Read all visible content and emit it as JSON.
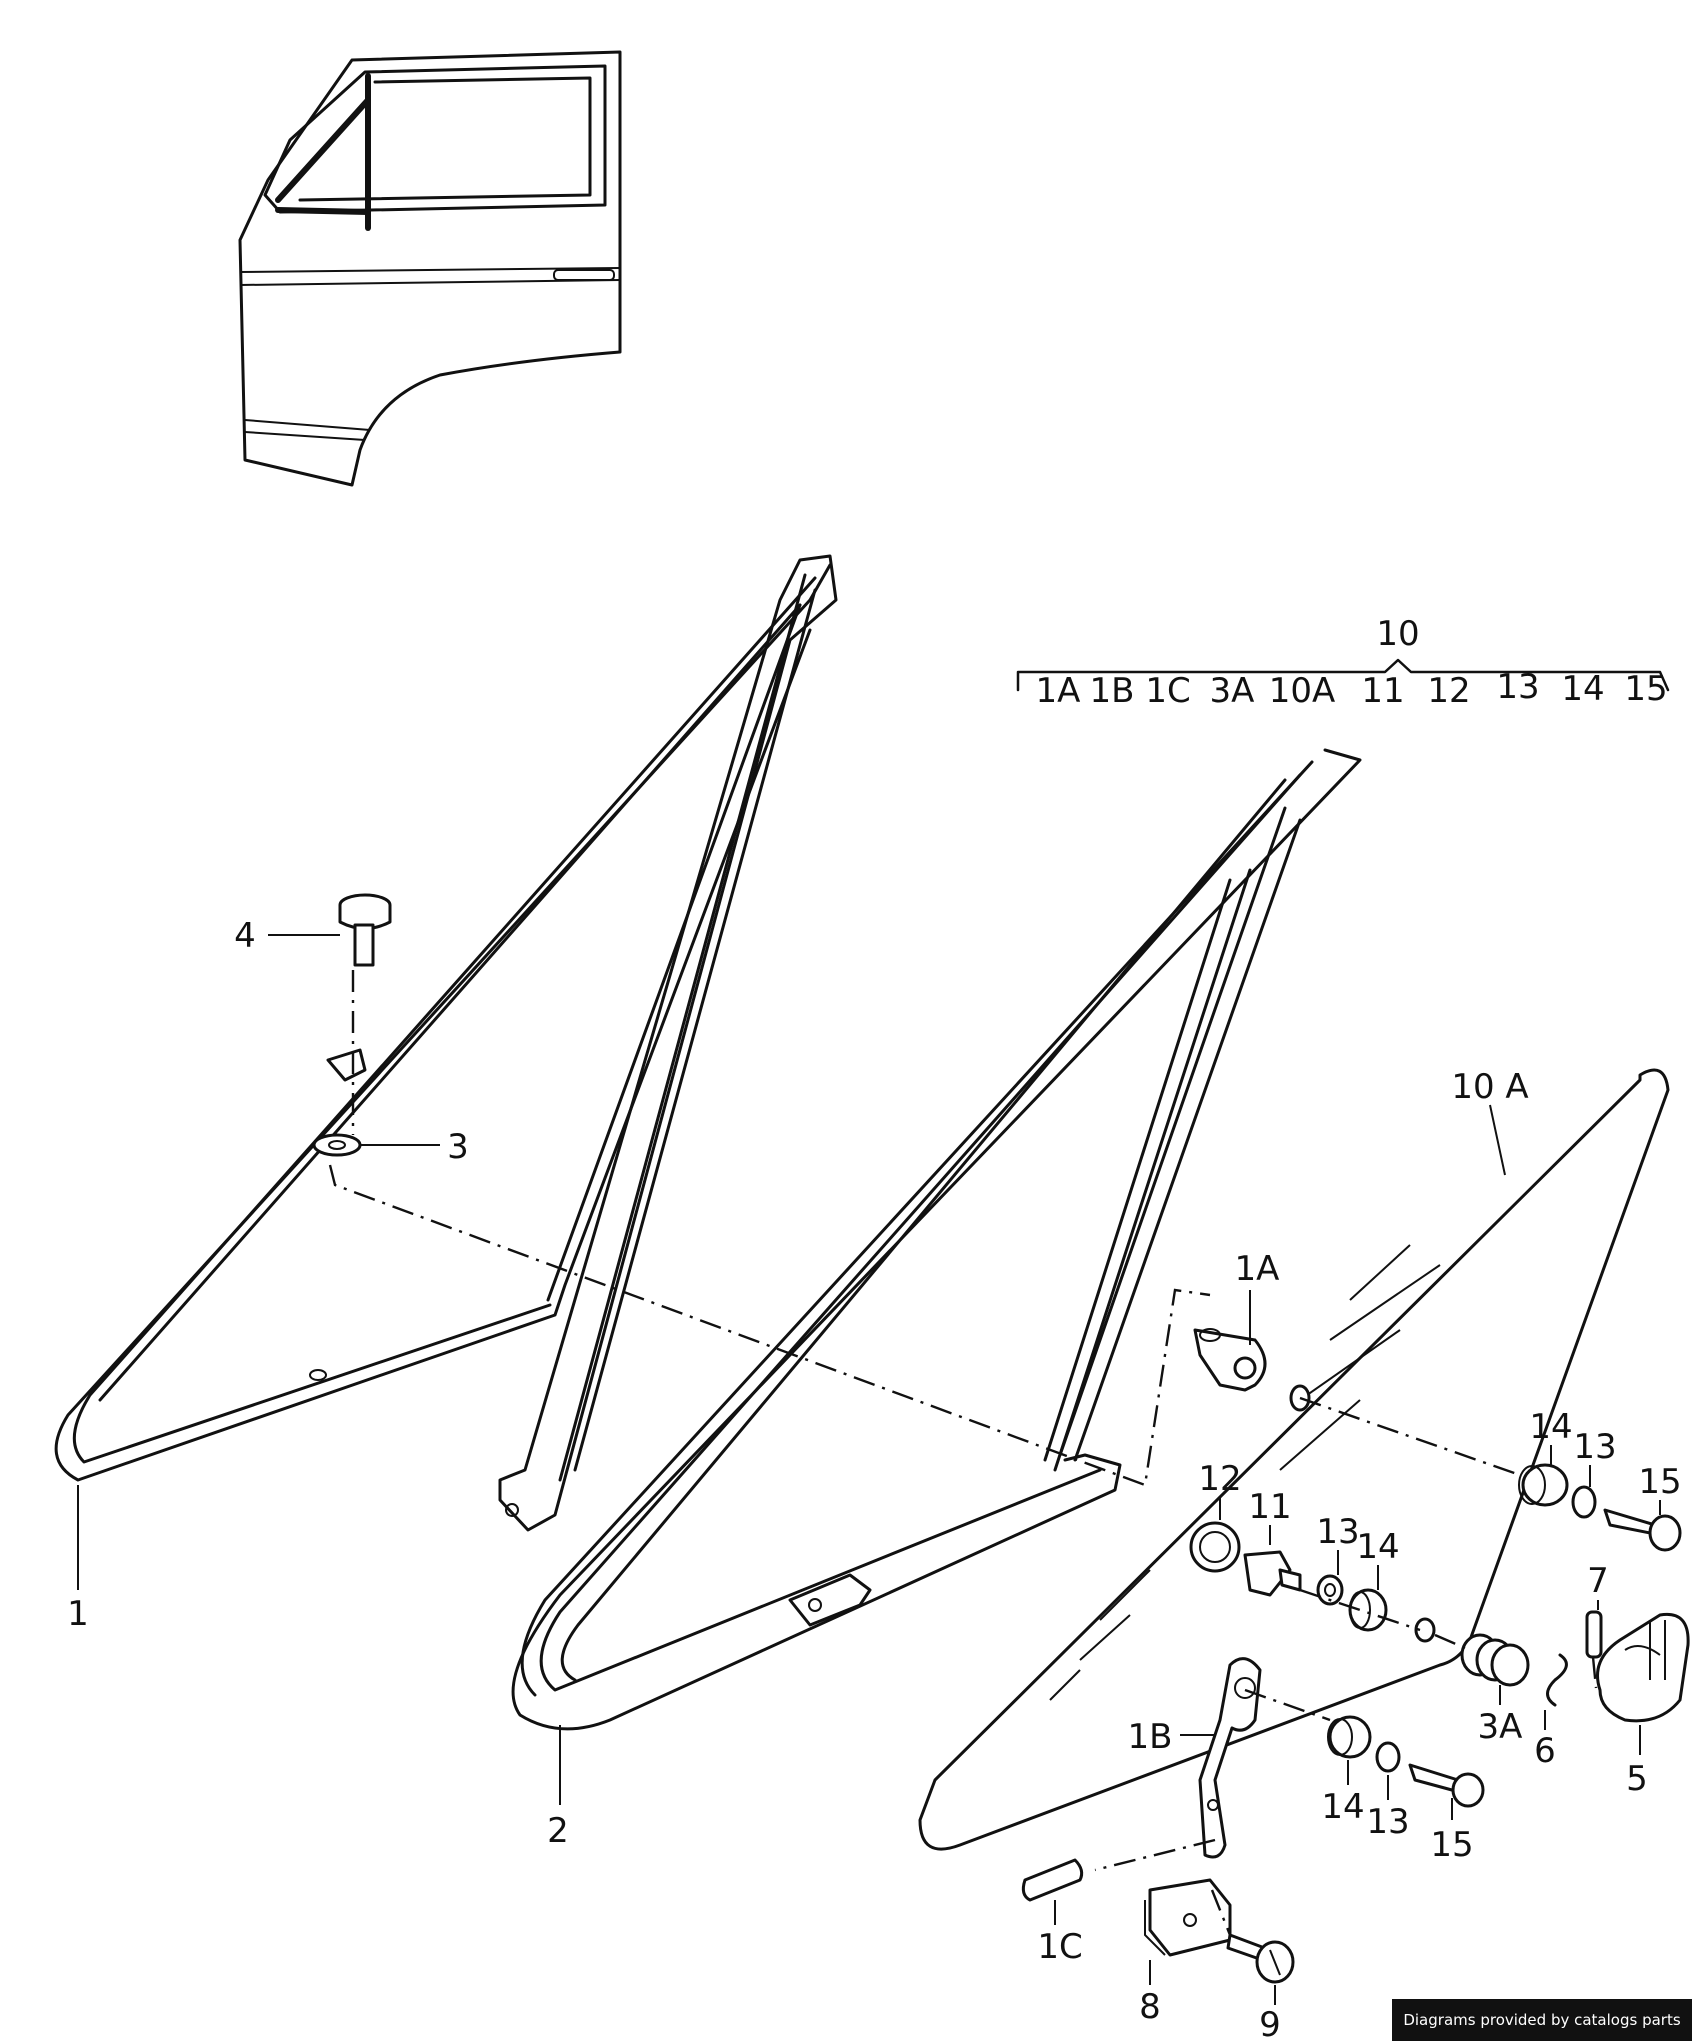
{
  "group_label": {
    "title": "10",
    "members": [
      "1A",
      "1B",
      "1C",
      "3A",
      "10A",
      "11",
      "12",
      "13",
      "14",
      "15"
    ]
  },
  "callouts": {
    "c1": "1",
    "c2": "2",
    "c3": "3",
    "c4": "4",
    "c5": "5",
    "c6": "6",
    "c7": "7",
    "c8": "8",
    "c9": "9",
    "c10A": "10 A",
    "c1A": "1A",
    "c1B": "1B",
    "c1C": "1C",
    "c3A": "3A",
    "c11": "11",
    "c12": "12",
    "c13a": "13",
    "c13b": "13",
    "c13c": "13",
    "c14a": "14",
    "c14b": "14",
    "c14c": "14",
    "c15a": "15",
    "c15b": "15"
  },
  "credit": "Diagrams provided by catalogs parts"
}
